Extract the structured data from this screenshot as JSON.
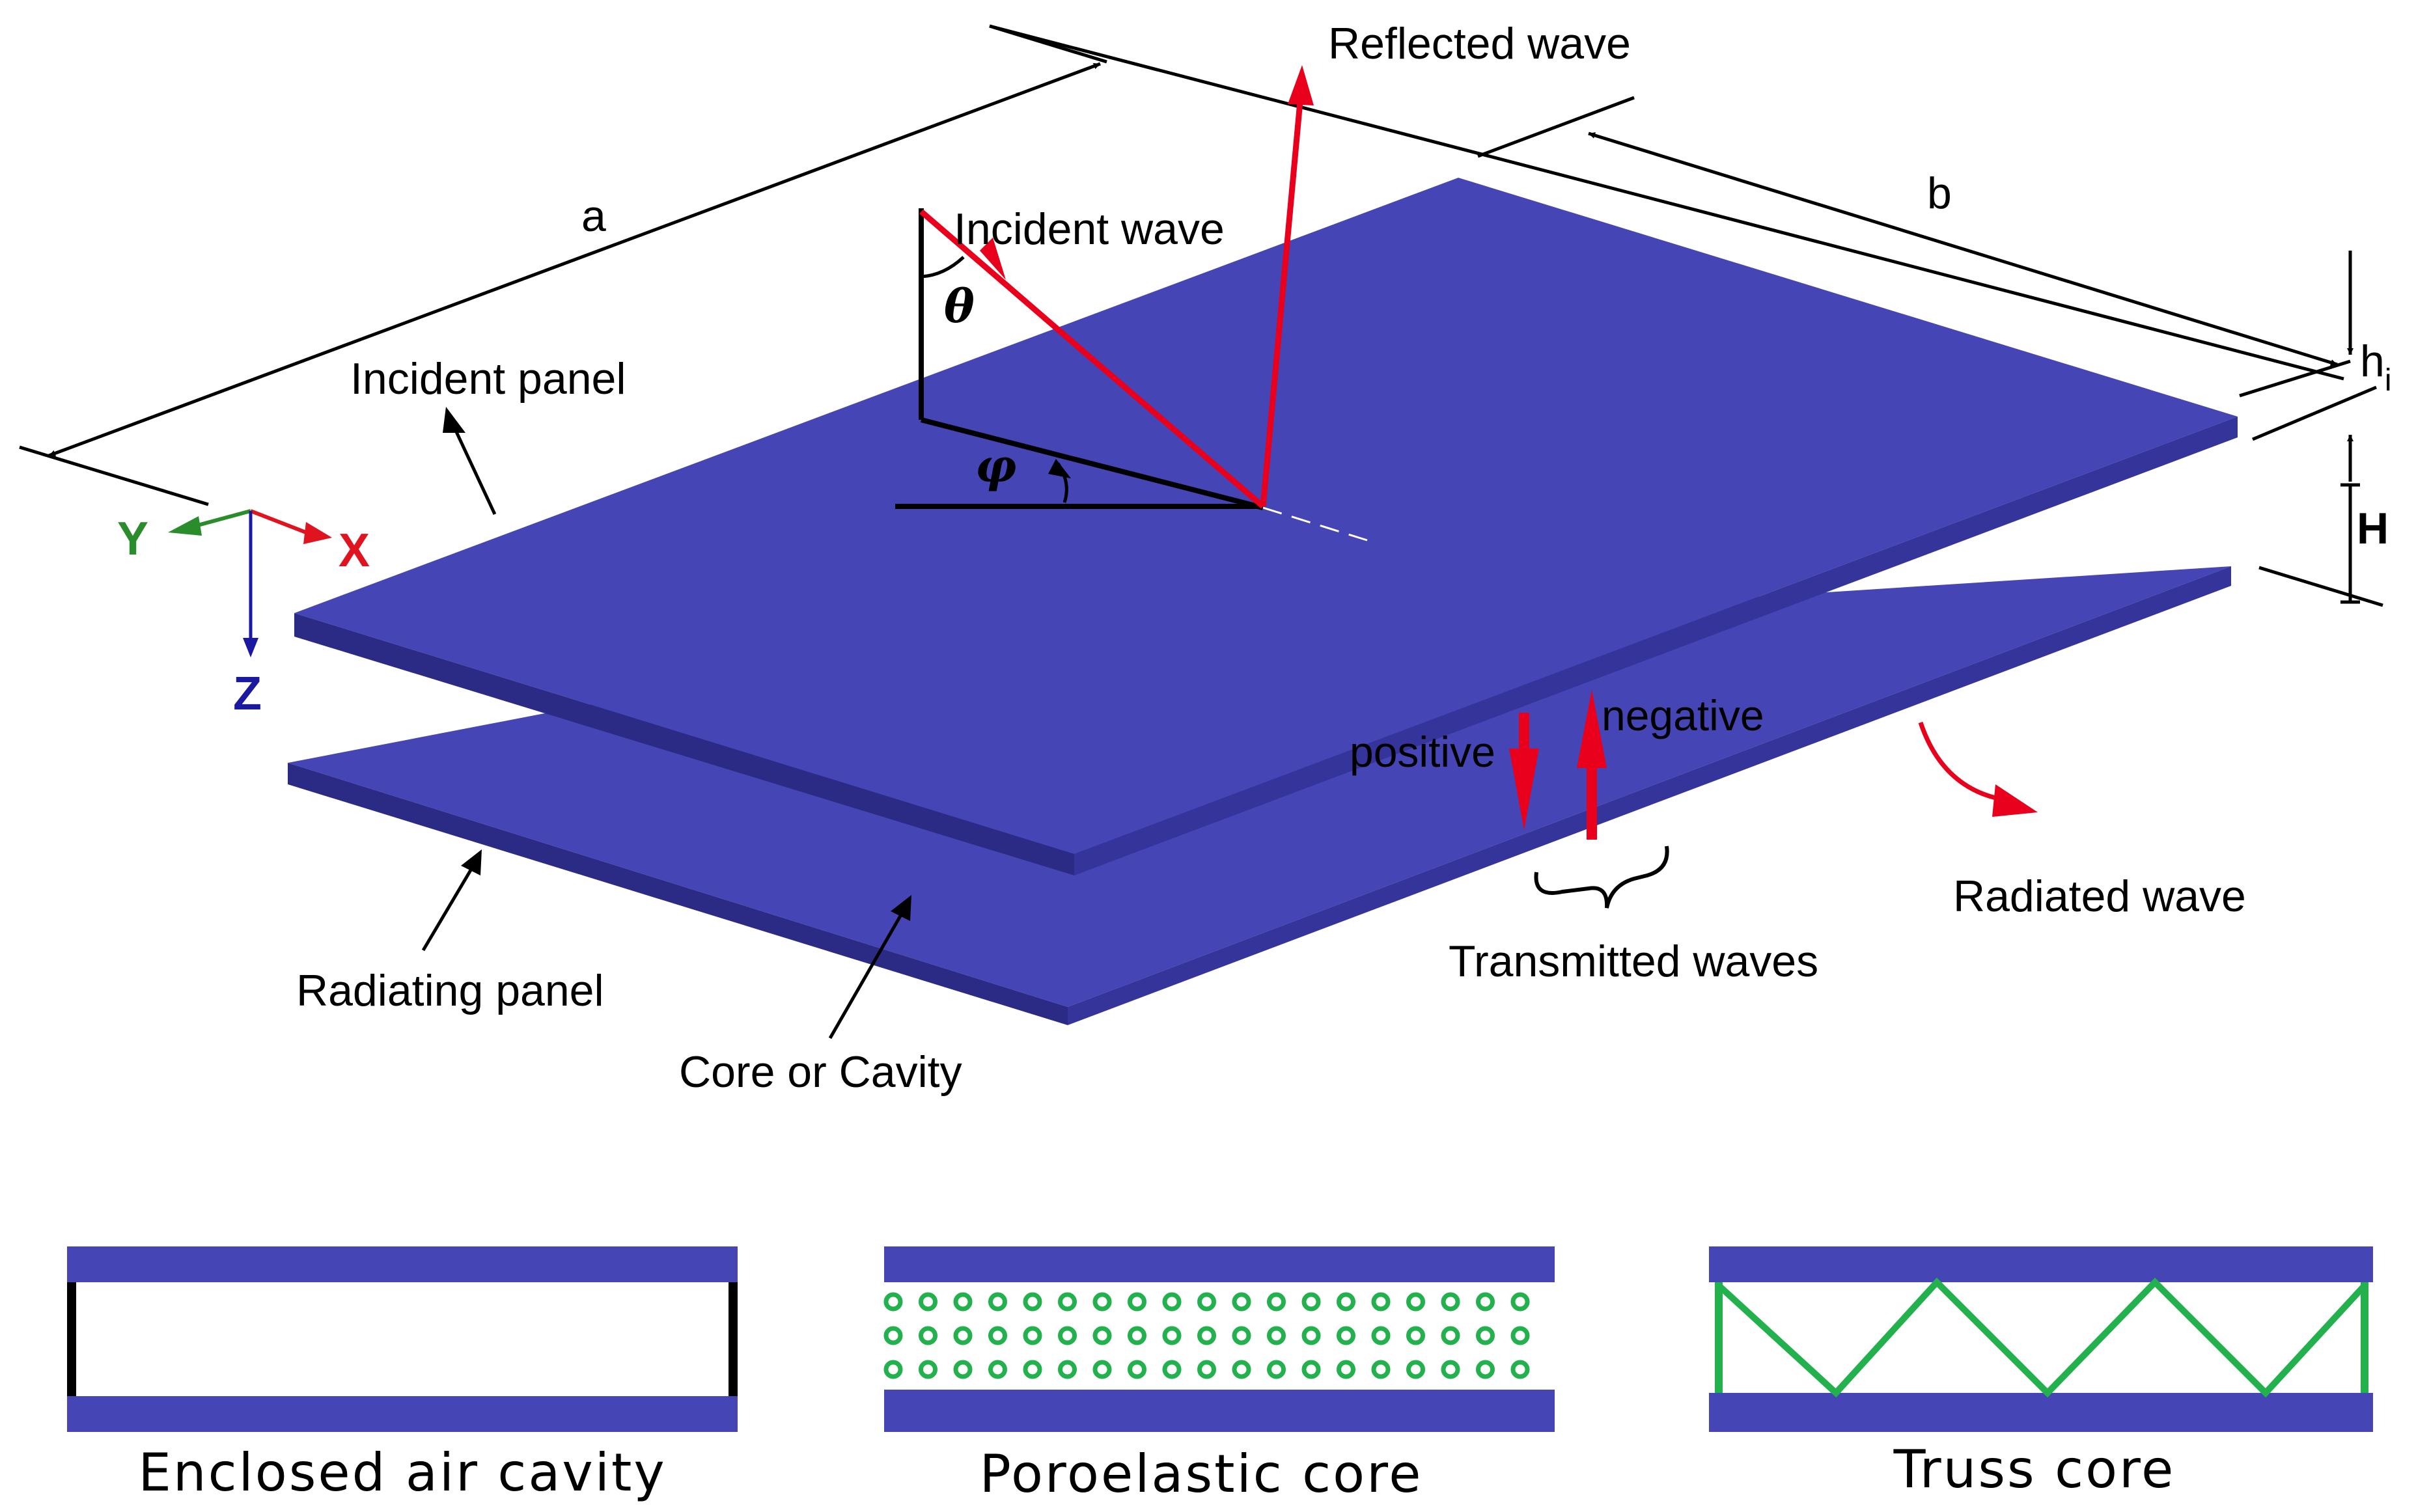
{
  "colors": {
    "panel_top": "#4545b5",
    "panel_edge": "#2b2b86",
    "wave": "#e8001c",
    "line": "#000000",
    "truss": "#22b14c",
    "pores": "#22b14c",
    "axis_x": "#e0141e",
    "axis_y": "#2a8c2a",
    "axis_z": "#1a1aa0"
  },
  "dimensions": {
    "a": "a",
    "b": "b",
    "h_main": "h",
    "h_sub": "i",
    "H": "H"
  },
  "angles": {
    "theta": "θ",
    "phi": "φ"
  },
  "axes": {
    "x": "X",
    "y": "Y",
    "z": "Z"
  },
  "labels": {
    "reflected_wave": "Reflected wave",
    "incident_wave": "Incident wave",
    "incident_panel": "Incident panel",
    "radiating_panel": "Radiating panel",
    "core_or_cavity": "Core or Cavity",
    "positive": "positive",
    "negative": "negative",
    "transmitted_waves": "Transmitted waves",
    "radiated_wave": "Radiated wave"
  },
  "core_types": [
    {
      "icon": "enclosed-air-cavity-icon",
      "label": "Enclosed air cavity"
    },
    {
      "icon": "poroelastic-core-icon",
      "label": "Poroelastic core"
    },
    {
      "icon": "truss-core-icon",
      "label": "Truss core"
    }
  ]
}
